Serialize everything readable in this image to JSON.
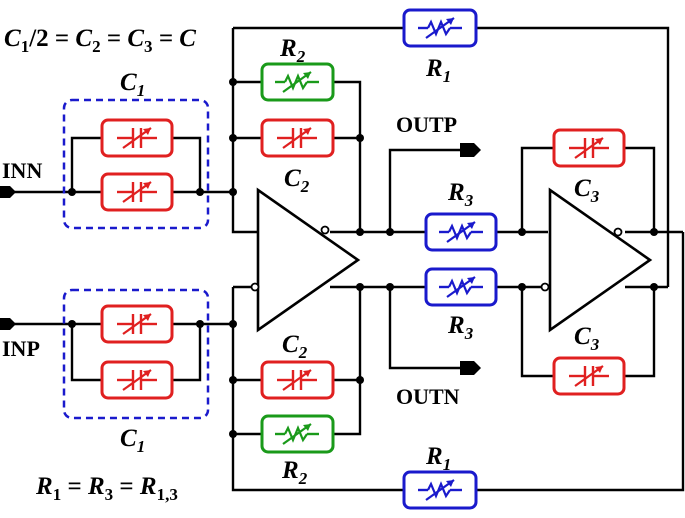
{
  "labels": {
    "cap_relation_left": "C",
    "cap_relation_sub1": "1",
    "cap_relation_rest": "/2 = ",
    "cap_relation_c2": "C",
    "cap_relation_sub2": "2",
    "cap_relation_eq": " = ",
    "cap_relation_c3": "C",
    "cap_relation_sub3": "3",
    "cap_relation_end": " = C",
    "res_relation_r": "R",
    "res_relation_sub1": "1",
    "res_relation_eq1": " = ",
    "res_relation_r3": "R",
    "res_relation_sub3": "3",
    "res_relation_eq2": " = ",
    "res_relation_r13": "R",
    "res_relation_sub13": "1,3",
    "inn": "INN",
    "inp": "INP",
    "outp": "OUTP",
    "outn": "OUTN",
    "c": "C",
    "r": "R",
    "sub1": "1",
    "sub2": "2",
    "sub3": "3"
  },
  "colors": {
    "capacitor": "#e02020",
    "resistor_r2": "#1a9a1a",
    "resistor_r1_r3": "#1a1acc",
    "wire": "#000000"
  }
}
